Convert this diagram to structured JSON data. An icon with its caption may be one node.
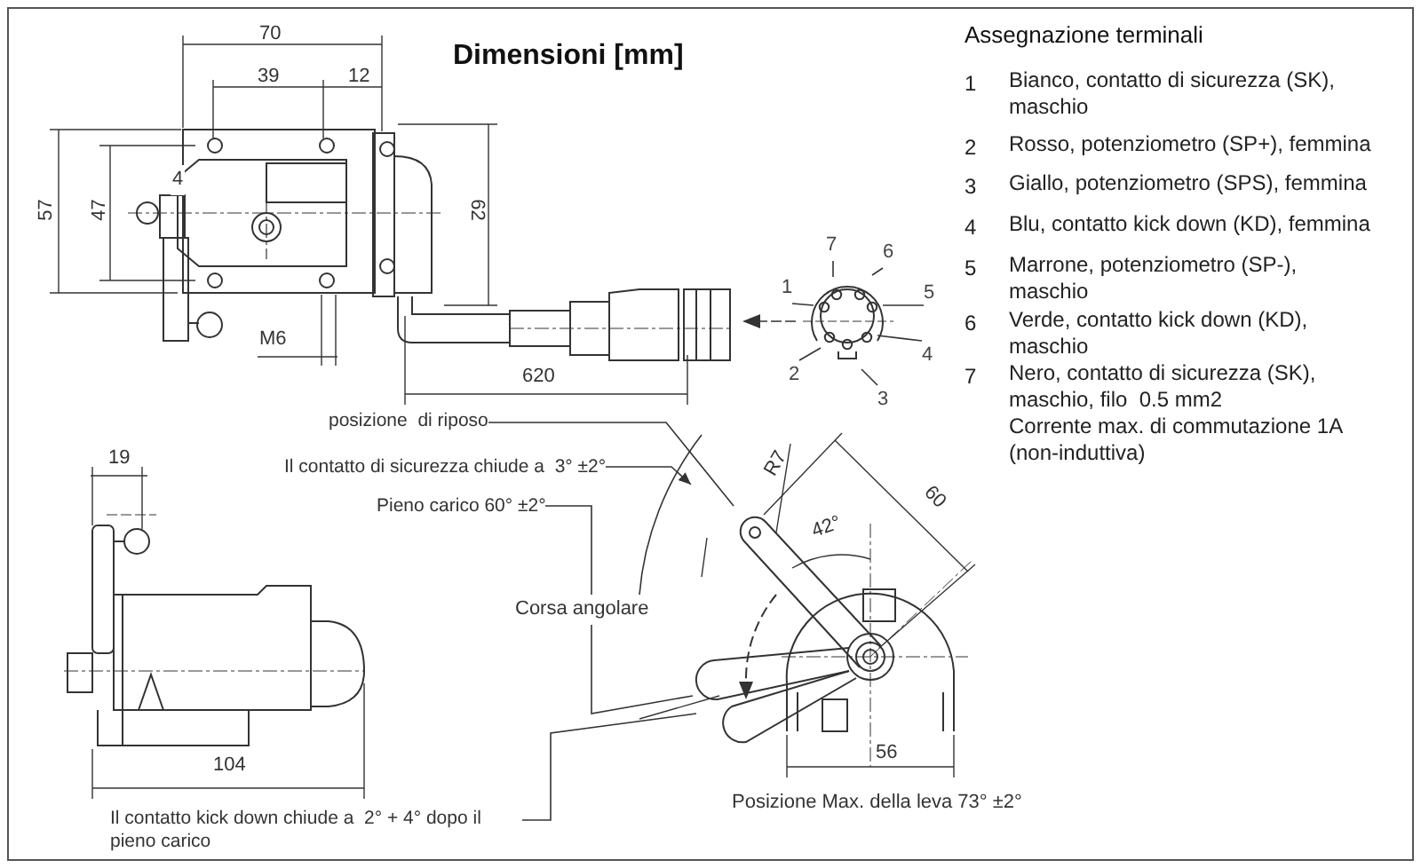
{
  "diagram": {
    "title": "Dimensioni [mm]",
    "nodes": [
      {
        "text": [
          "posizione  di riposo"
        ]
      },
      {
        "text": [
          "Il contatto di sicurezza chiude a  3° ±2°"
        ]
      },
      {
        "text": [
          "Pieno carico 60° ±2°"
        ]
      },
      {
        "text": [
          "Il contatto kick down chiude a  2° + 4° dopo il pieno carico"
        ]
      },
      {
        "text": [
          "7"
        ]
      },
      {
        "text": [
          "6"
        ]
      },
      {
        "text": [
          "1"
        ]
      },
      {
        "text": [
          "5"
        ]
      },
      {
        "text": [
          "4"
        ]
      },
      {
        "text": [
          "2"
        ]
      },
      {
        "text": [
          "3"
        ]
      }
    ],
    "edges": [
      {
        "from": 0,
        "to": null,
        "arrow": "none"
      },
      {
        "from": 1,
        "to": null,
        "arrow": "to"
      },
      {
        "from": 2,
        "to": null,
        "arrow": "none"
      },
      {
        "from": 3,
        "to": null,
        "arrow": "none"
      },
      {
        "from": 4,
        "to": null,
        "arrow": "none"
      },
      {
        "from": 5,
        "to": null,
        "arrow": "none"
      },
      {
        "from": 6,
        "to": null,
        "arrow": "none"
      },
      {
        "from": 7,
        "to": null,
        "arrow": "none"
      },
      {
        "from": 8,
        "to": null,
        "arrow": "none"
      },
      {
        "from": 9,
        "to": null,
        "arrow": "none"
      },
      {
        "from": 10,
        "to": null,
        "arrow": "none"
      }
    ],
    "labels": [
      "70",
      "39",
      "12",
      "57",
      "47",
      "4",
      "62",
      "M6",
      "620",
      "Assegnazione terminali",
      "1",
      "Bianco, contatto di sicurezza (SK), maschio",
      "2",
      "Rosso, potenziometro (SP+), femmina",
      "3",
      "Giallo, potenziometro (SPS), femmina",
      "4",
      "Blu, contatto kick down (KD), femmina",
      "5",
      "Marrone, potenziometro (SP-), maschio",
      "6",
      "Verde, contatto kick down (KD), maschio",
      "7",
      "Nero, contatto di sicurezza (SK), maschio, filo  0.5 mm2",
      "Corrente max. di commutazione 1A (non-induttiva)",
      "19",
      "Corsa angolare",
      "R7",
      "60",
      "42°",
      "56",
      "104",
      "Posizione Max. della leva 73° ±2°"
    ]
  }
}
